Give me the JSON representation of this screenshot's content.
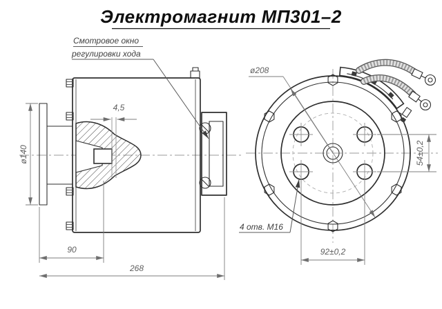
{
  "title": "Электромагнит МП301–2",
  "callouts": {
    "sight_window_line1": "Смотровое окно",
    "sight_window_line2": "регулировки хода",
    "holes_note": "4 отв. М16"
  },
  "dimensions": {
    "flange_diameter": "ø140",
    "air_gap": "4,5",
    "flange_to_face": "90",
    "total_length": "268",
    "front_diameter": "ø208",
    "vertical_hole_spacing": "54±0,2",
    "horizontal_hole_spacing": "92±0,2"
  },
  "colors": {
    "background": "#ffffff",
    "object_line": "#2e2e2e",
    "thin_line": "#8d8d8d",
    "dimension_text": "#5e5e5e",
    "title_text": "#0f0f0f"
  }
}
